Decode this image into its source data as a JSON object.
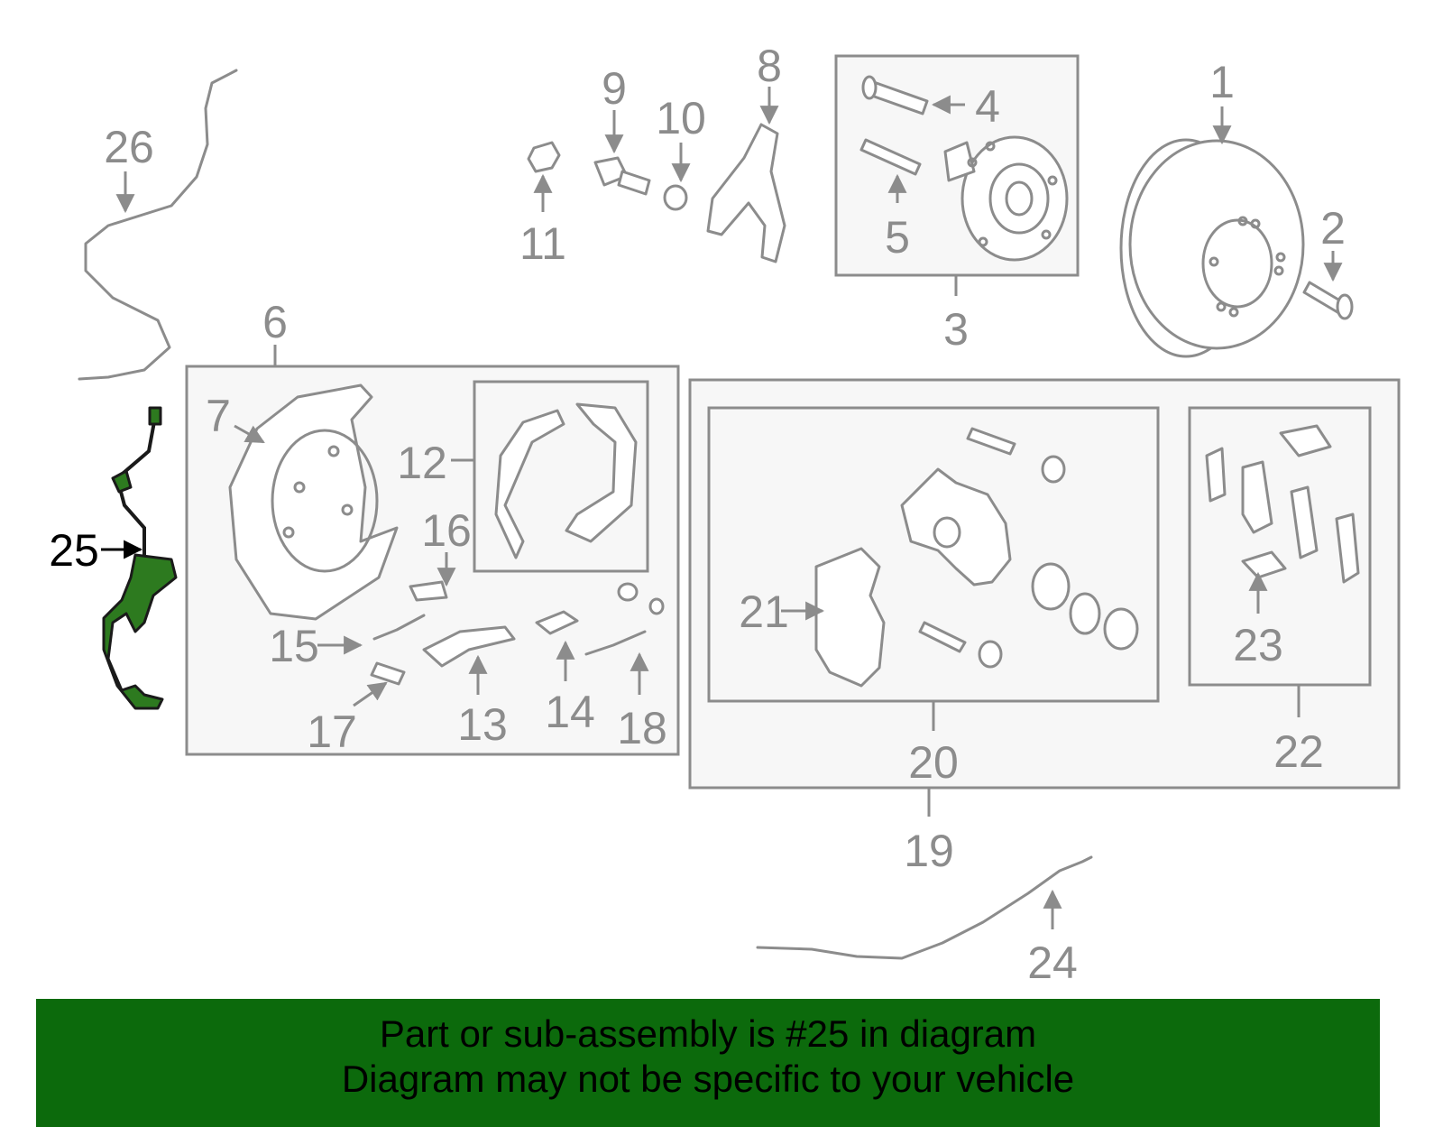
{
  "callouts": [
    "1",
    "2",
    "3",
    "4",
    "5",
    "6",
    "7",
    "8",
    "9",
    "10",
    "11",
    "12",
    "13",
    "14",
    "15",
    "16",
    "17",
    "18",
    "19",
    "20",
    "21",
    "22",
    "23",
    "24",
    "25",
    "26"
  ],
  "highlight": {
    "part_number": "25",
    "color": "#2d7a1f"
  },
  "banner": {
    "line1": "Part or sub-assembly is #25 in diagram",
    "line2": "Diagram may not be specific to your vehicle",
    "color": "#0c6a0c"
  }
}
